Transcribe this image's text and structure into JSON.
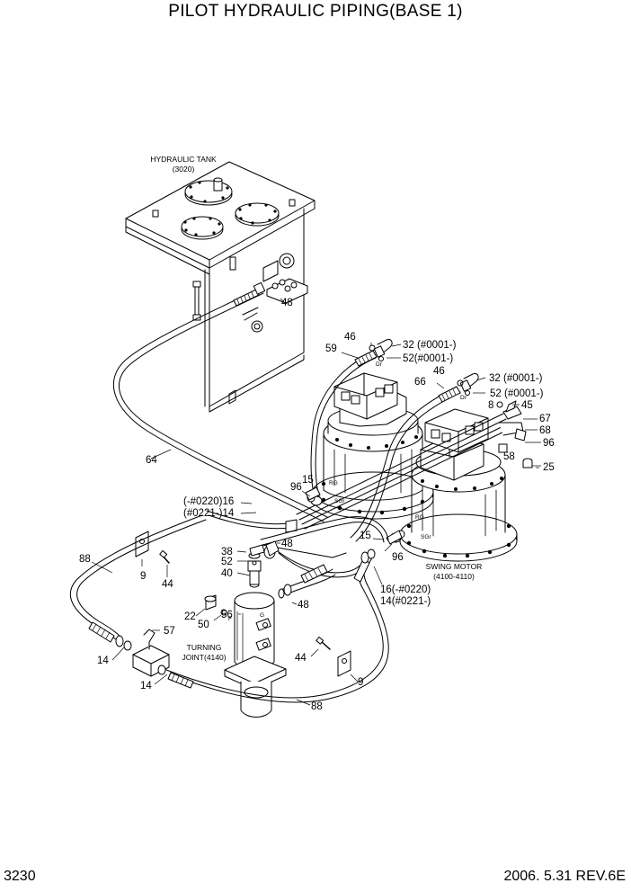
{
  "header": {
    "title": "PILOT HYDRAULIC PIPING(BASE 1)"
  },
  "footer": {
    "page_number": "3230",
    "date_rev": "2006. 5.31  REV.6E"
  },
  "components": {
    "hydraulic_tank": {
      "name": "HYDRAULIC TANK",
      "code": "(3020)"
    },
    "swing_motor": {
      "name": "SWING MOTOR",
      "code": "(4100-4110)"
    },
    "turning_joint": {
      "name": "TURNING",
      "name2": "JOINT(4140)"
    }
  },
  "callouts": {
    "c48a": "48",
    "c46a": "46",
    "c59": "59",
    "c32a": "32 (#0001-)",
    "c52a": "52(#0001-)",
    "c46b": "46",
    "c66": "66",
    "c32b": "32 (#0001-)",
    "c52b": "52 (#0001-)",
    "c8": "8",
    "c45": "45",
    "c67": "67",
    "c68": "68",
    "c96a": "96",
    "c58": "58",
    "c25": "25",
    "c64": "64",
    "c15a": "15",
    "c96b": "96",
    "c16a": "(-#0220)16",
    "c14a": "(#0221-)14",
    "c38": "38",
    "c48b": "48",
    "c52c": "52",
    "c40": "40",
    "c15b": "15",
    "c96c": "96",
    "c88a": "88",
    "c9a": "9",
    "c44a": "44",
    "c48c": "48",
    "c16b": "16(-#0220)",
    "c14b": "14(#0221-)",
    "c22": "22",
    "c56": "56",
    "c50": "50",
    "c57": "57",
    "c14c": "14",
    "c44b": "44",
    "c9b": "9",
    "c14d": "14",
    "c88b": "88"
  },
  "port_marks": {
    "dr1": "Dr",
    "dr2": "Dr",
    "rg1": "RG",
    "sg1": "SGr",
    "rg2": "RG",
    "sg2": "SGr",
    "g": "G",
    "f": "F"
  }
}
